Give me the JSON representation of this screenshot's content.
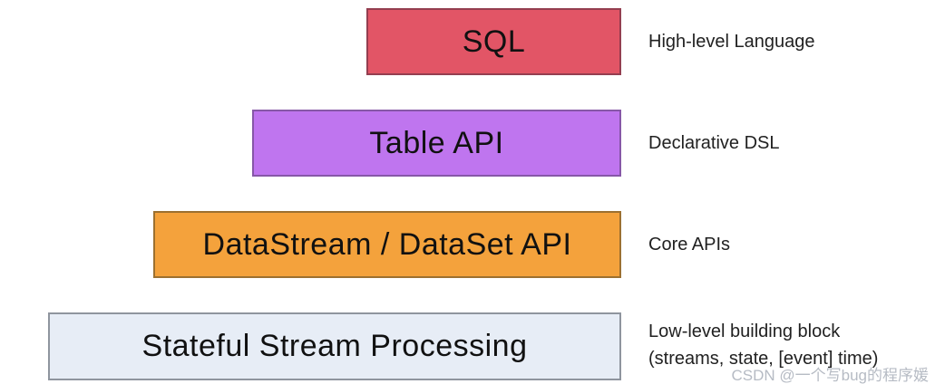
{
  "diagram": {
    "layers": [
      {
        "id": "sql",
        "title": "SQL",
        "fill": "#e25566",
        "border": "#943e50",
        "annotation_lines": [
          "High-level Language"
        ]
      },
      {
        "id": "table-api",
        "title": "Table API",
        "fill": "#bf75ef",
        "border": "#8757a8",
        "annotation_lines": [
          "Declarative DSL"
        ]
      },
      {
        "id": "datastream-dataset-api",
        "title": "DataStream / DataSet API",
        "fill": "#f4a23c",
        "border": "#9c7030",
        "annotation_lines": [
          "Core APIs"
        ]
      },
      {
        "id": "stateful-stream-processing",
        "title": "Stateful Stream Processing",
        "fill": "#e7edf6",
        "border": "#8f959e",
        "annotation_lines": [
          "Low-level building block",
          "(streams, state, [event] time)"
        ]
      }
    ]
  },
  "watermark": {
    "text": "CSDN @一个写bug的程序媛",
    "color": "#aab0ba"
  }
}
